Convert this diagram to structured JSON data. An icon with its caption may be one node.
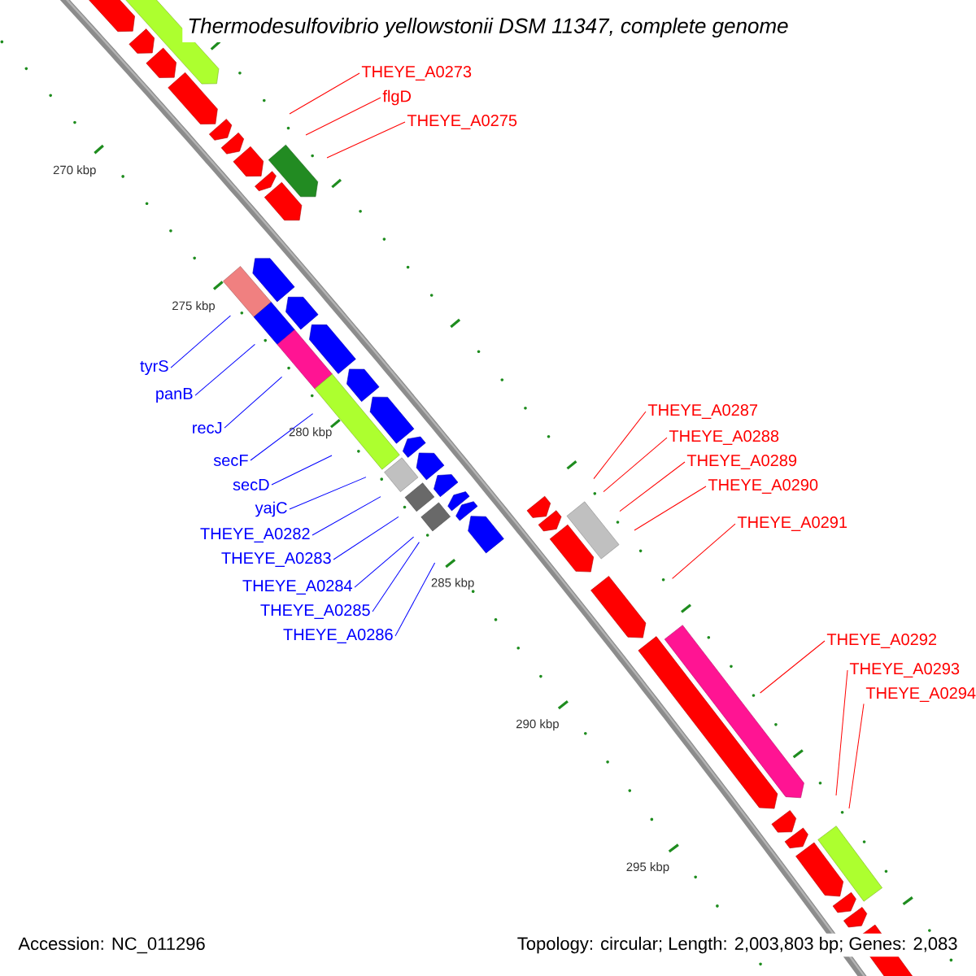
{
  "diagram": {
    "title": "Thermodesulfovibrio yellowstonii DSM 11347, complete genome",
    "nodes": [
      {
        "text": [
          "THEYE_A0273"
        ]
      },
      {
        "text": [
          "flgD"
        ]
      },
      {
        "text": [
          "THEYE_A0275"
        ]
      },
      {
        "text": [
          "tyrS"
        ]
      },
      {
        "text": [
          "panB"
        ]
      },
      {
        "text": [
          "recJ"
        ]
      },
      {
        "text": [
          "secF"
        ]
      },
      {
        "text": [
          "secD"
        ]
      },
      {
        "text": [
          "yajC"
        ]
      },
      {
        "text": [
          "THEYE_A0282"
        ]
      },
      {
        "text": [
          "THEYE_A0283"
        ]
      },
      {
        "text": [
          "THEYE_A0284"
        ]
      },
      {
        "text": [
          "THEYE_A0285"
        ]
      },
      {
        "text": [
          "THEYE_A0286"
        ]
      },
      {
        "text": [
          "THEYE_A0287"
        ]
      },
      {
        "text": [
          "THEYE_A0288"
        ]
      },
      {
        "text": [
          "THEYE_A0289"
        ]
      },
      {
        "text": [
          "THEYE_A0290"
        ]
      },
      {
        "text": [
          "THEYE_A0291"
        ]
      },
      {
        "text": [
          "THEYE_A0292"
        ]
      },
      {
        "text": [
          "THEYE_A0293"
        ]
      },
      {
        "text": [
          "THEYE_A0294"
        ]
      }
    ],
    "edges": [
      {
        "from": 0,
        "to": null,
        "arrow": "none"
      },
      {
        "from": 1,
        "to": null,
        "arrow": "none"
      },
      {
        "from": 2,
        "to": null,
        "arrow": "none"
      },
      {
        "from": 3,
        "to": null,
        "arrow": "none",
        "color": "#0000ff"
      },
      {
        "from": 4,
        "to": null,
        "arrow": "none",
        "color": "#0000ff"
      },
      {
        "from": 5,
        "to": null,
        "arrow": "none",
        "color": "#0000ff"
      },
      {
        "from": 6,
        "to": null,
        "arrow": "none",
        "color": "#0000ff"
      },
      {
        "from": 7,
        "to": null,
        "arrow": "none",
        "color": "#0000ff"
      },
      {
        "from": 8,
        "to": null,
        "arrow": "none",
        "color": "#0000ff"
      },
      {
        "from": 9,
        "to": null,
        "arrow": "none",
        "color": "#0000ff"
      },
      {
        "from": 10,
        "to": null,
        "arrow": "none",
        "color": "#0000ff"
      },
      {
        "from": 11,
        "to": null,
        "arrow": "none",
        "color": "#0000ff"
      },
      {
        "from": 12,
        "to": null,
        "arrow": "none",
        "color": "#0000ff"
      },
      {
        "from": 13,
        "to": null,
        "arrow": "none",
        "color": "#0000ff"
      },
      {
        "from": 14,
        "to": null,
        "arrow": "none"
      },
      {
        "from": 15,
        "to": null,
        "arrow": "none"
      },
      {
        "from": 16,
        "to": null,
        "arrow": "none"
      },
      {
        "from": 17,
        "to": null,
        "arrow": "none"
      },
      {
        "from": 18,
        "to": null,
        "arrow": "none"
      },
      {
        "from": 19,
        "to": null,
        "arrow": "none"
      },
      {
        "from": 20,
        "to": null,
        "arrow": "none"
      },
      {
        "from": 21,
        "to": null,
        "arrow": "none"
      }
    ],
    "labels": [
      "270 kbp",
      "275 kbp",
      "280 kbp",
      "285 kbp",
      "290 kbp",
      "295 kbp",
      "Accession: NC_011296",
      "Topology: circular; Length: 2,003,803 bp; Genes: 2,083"
    ]
  }
}
